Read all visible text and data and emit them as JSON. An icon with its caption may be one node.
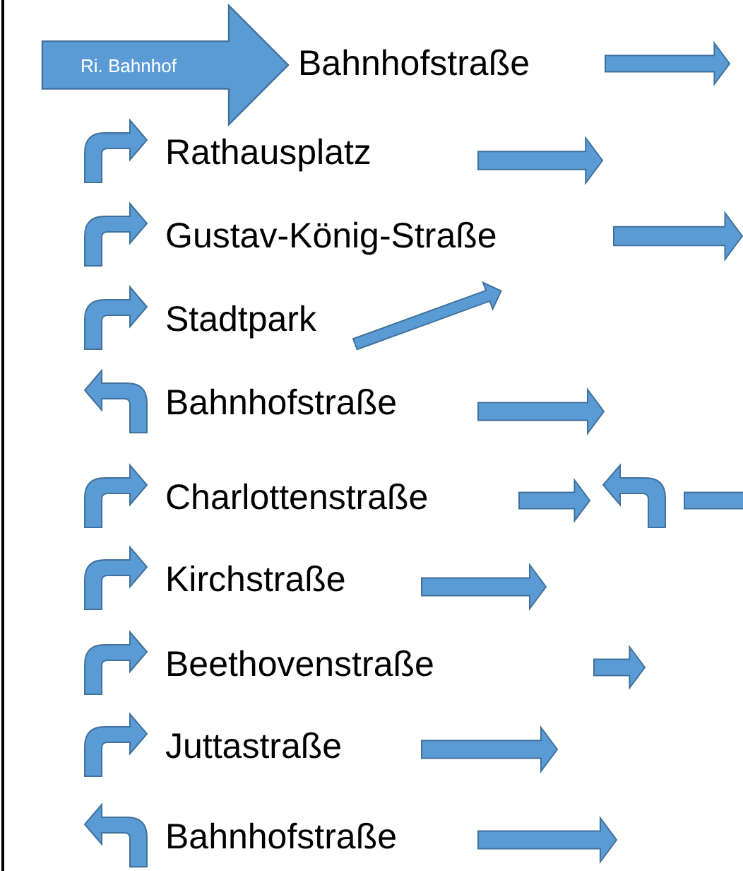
{
  "diagram": {
    "nodes": [
      {
        "text": [
          "Ri. Bahnhof"
        ]
      }
    ],
    "labels": [
      "Bahnhofstraße",
      "Rathausplatz",
      "Gustav-König-Straße",
      "Stadtpark",
      "Bahnhofstraße",
      "Charlottenstraße",
      "Kirchstraße",
      "Beethovenstraße",
      "Juttastraße",
      "Bahnhofstraße"
    ]
  }
}
